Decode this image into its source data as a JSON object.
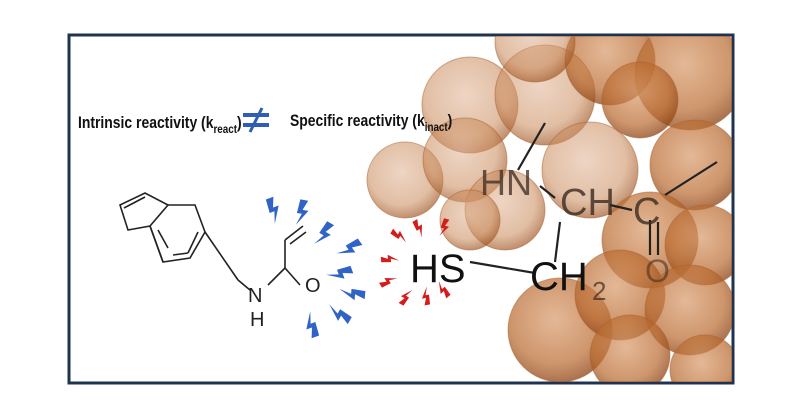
{
  "header": {
    "intrinsic_label": "Intrinsic reactivity (k",
    "intrinsic_sub": "react",
    "close_paren": ")",
    "specific_label": "Specific reactivity (k",
    "specific_sub": "inact",
    "relation_symbol": "≠"
  },
  "acrylamide": {
    "amide_n": "N",
    "amide_h": "H",
    "carbonyl_o": "O"
  },
  "cysteine": {
    "thiol": "HS",
    "nh": "HN",
    "alpha_carbon": "CH",
    "beta_carbon": "CH",
    "beta_sub": "2",
    "carbonyl_c": "C",
    "carbonyl_o": "O"
  },
  "colors": {
    "frame": "#1f3350",
    "relation": "#2f5fb3",
    "warhead_bolts": "#2f63c8",
    "thiol_bolts": "#d41c1c",
    "protein_blobs": "#b8682e"
  },
  "icons": [
    "lightning-bolt-icon",
    "not-equal-icon"
  ]
}
